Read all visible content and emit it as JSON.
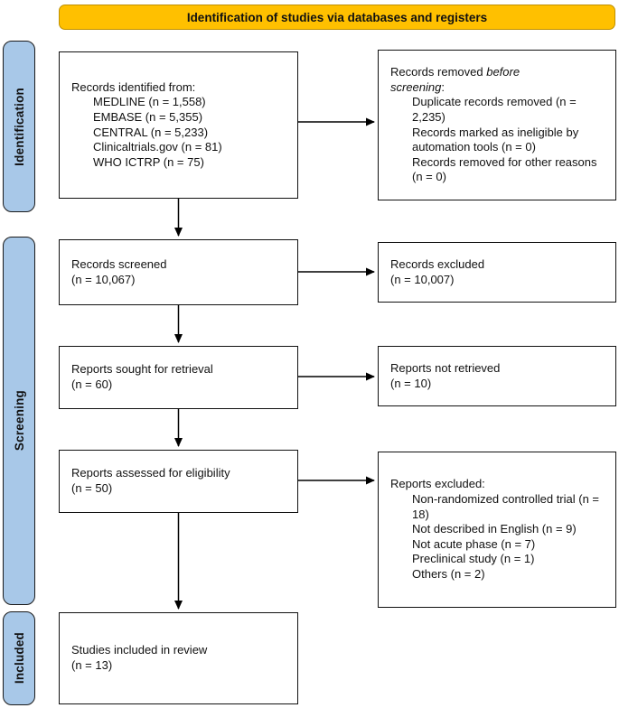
{
  "banner": {
    "label": "Identification of studies via databases and registers"
  },
  "colors": {
    "banner_fill": "#FFC000",
    "banner_border": "#BF9000",
    "stage_fill": "#A8C8E8",
    "box_border": "#111111",
    "arrow": "#000000"
  },
  "stages": {
    "identification": "Identification",
    "screening": "Screening",
    "included": "Included"
  },
  "boxes": {
    "identified": {
      "title": "Records identified from:",
      "items": [
        "MEDLINE (n = 1,558)",
        "EMBASE (n = 5,355)",
        "CENTRAL (n = 5,233)",
        "Clinicaltrials.gov (n = 81)",
        "WHO ICTRP (n = 75)"
      ]
    },
    "removed": {
      "title_regular": "Records removed ",
      "title_italic_line1": "before",
      "title_italic_line2": "screening",
      "title_colon": ":",
      "items": [
        "Duplicate records removed (n = 2,235)",
        "Records marked as ineligible by automation tools (n = 0)",
        "Records removed for other reasons (n = 0)"
      ]
    },
    "screened": {
      "line1": "Records screened",
      "line2": "(n = 10,067)"
    },
    "excluded_records": {
      "line1": "Records excluded",
      "line2": "(n = 10,007)"
    },
    "sought": {
      "line1": "Reports sought for retrieval",
      "line2": "(n = 60)"
    },
    "not_retrieved": {
      "line1": "Reports not retrieved",
      "line2": "(n = 10)"
    },
    "assessed": {
      "line1": "Reports assessed for eligibility",
      "line2": "(n = 50)"
    },
    "reports_excluded": {
      "title": "Reports excluded:",
      "items": [
        "Non-randomized controlled trial (n = 18)",
        "Not described in English (n = 9)",
        "Not acute phase (n = 7)",
        "Preclinical study (n = 1)",
        "Others (n = 2)"
      ]
    },
    "included_studies": {
      "line1": "Studies included in review",
      "line2": "(n = 13)"
    }
  }
}
